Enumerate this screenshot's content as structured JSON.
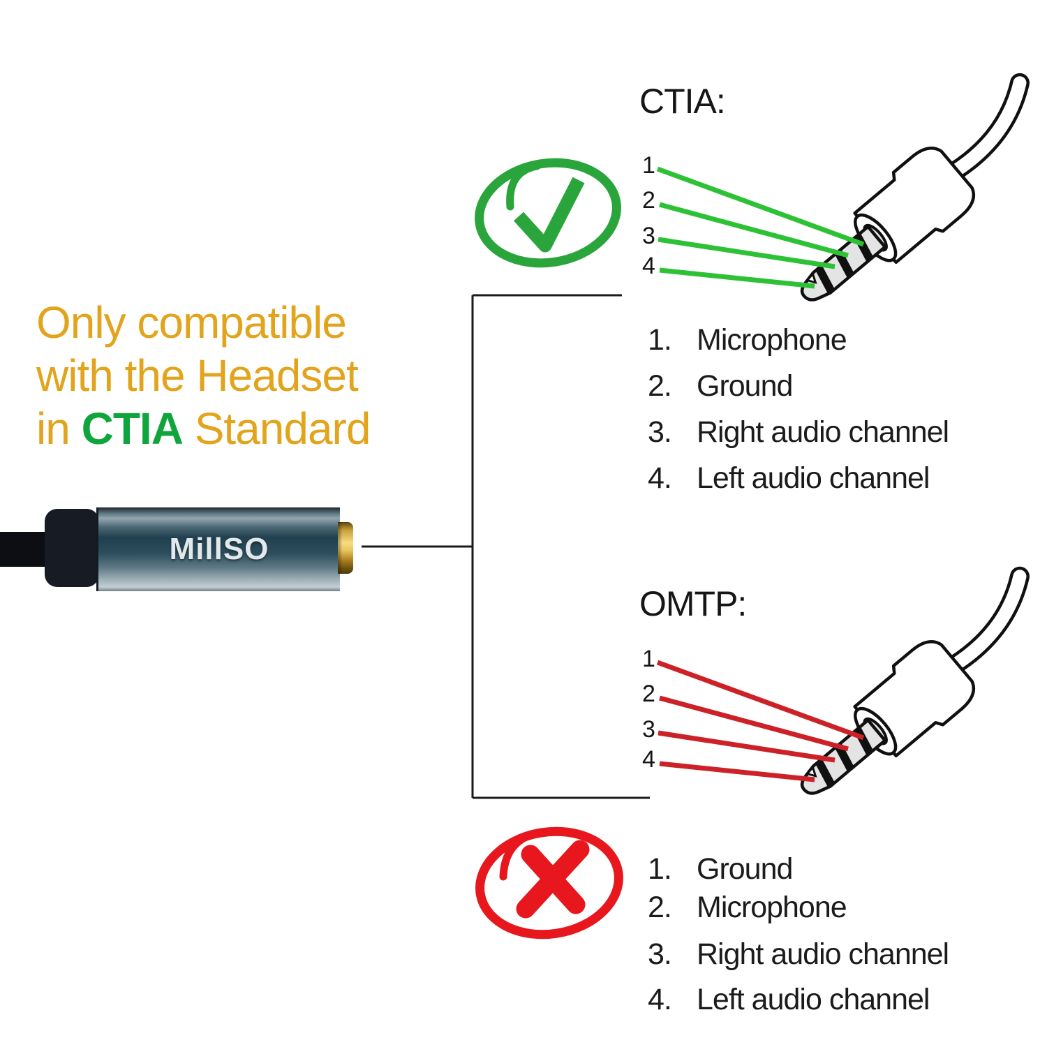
{
  "headline": {
    "line1": "Only compatible",
    "line2": "with the Headset",
    "line3_pre": "in ",
    "line3_highlight": "CTIA",
    "line3_post": " Standard"
  },
  "adapter": {
    "brand": "MillSO"
  },
  "ctia": {
    "title": "CTIA:",
    "pins": [
      "1",
      "2",
      "3",
      "4"
    ],
    "items": [
      {
        "num": "1.",
        "label": "Microphone"
      },
      {
        "num": "2.",
        "label": "Ground"
      },
      {
        "num": "3.",
        "label": "Right audio channel"
      },
      {
        "num": "4.",
        "label": "Left audio channel"
      }
    ]
  },
  "omtp": {
    "title": "OMTP:",
    "pins": [
      "1",
      "2",
      "3",
      "4"
    ],
    "items": [
      {
        "num": "1.",
        "label": "Ground"
      },
      {
        "num": "2.",
        "label": "Microphone"
      },
      {
        "num": "3.",
        "label": "Right audio channel"
      },
      {
        "num": "4.",
        "label": "Left audio channel"
      }
    ]
  },
  "icons": {
    "approved": "check-icon",
    "rejected": "x-icon"
  },
  "colors": {
    "headline_yellow": "#e1a41c",
    "highlight_green": "#10a53c",
    "wire_green": "#2dc236",
    "wire_red": "#cc2127",
    "check_green": "#2aa53b",
    "cross_red": "#e8161d",
    "brand_silver": "#e2e8eb",
    "gold_tip": "#e8c55c"
  }
}
